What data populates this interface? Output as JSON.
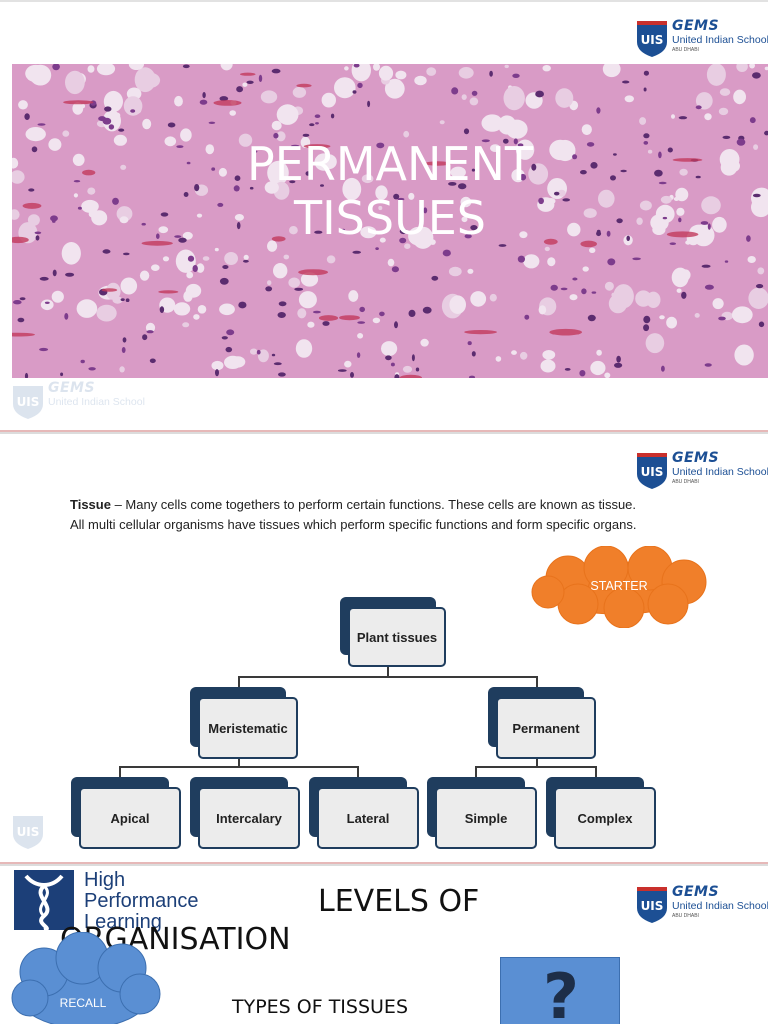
{
  "logo": {
    "mark": "UIS",
    "brand": "GEMS",
    "school": "United Indian School",
    "city": "ABU DHABI"
  },
  "slide1": {
    "title_line1": "PERMANENT",
    "title_line2": "TISSUES"
  },
  "slide2": {
    "definition_term": "Tissue",
    "definition_line1": " – Many cells come togethers to perform certain functions. These cells are known as tissue.",
    "definition_line2": "All multi cellular organisms have tissues which perform specific functions and form specific organs.",
    "starter_label": "STARTER",
    "tree": {
      "root": "Plant tissues",
      "meristematic": "Meristematic",
      "permanent": "Permanent",
      "apical": "Apical",
      "intercalary": "Intercalary",
      "lateral": "Lateral",
      "simple": "Simple",
      "complex": "Complex"
    }
  },
  "slide3": {
    "hpl_line1": "High",
    "hpl_line2": "Performance",
    "hpl_line3": "Learning",
    "title_line1": "LEVELS OF",
    "title_line2": "ORGANISATION",
    "recall_label": "RECALL",
    "subtitle": "TYPES OF TISSUES",
    "question_mark": "?"
  },
  "colors": {
    "logo_blue": "#1c4f94",
    "node_navy": "#1f3d5e",
    "starter_orange": "#f07f2a",
    "recall_blue": "#5a8fd3",
    "tissue_pink": "#d99bc6"
  },
  "icons": {
    "logo_mark": "uis-shield-icon",
    "starter": "cloud-shape",
    "recall": "cloud-shape",
    "hpl": "hpl-knot-logo",
    "question": "question-mark-icon"
  }
}
